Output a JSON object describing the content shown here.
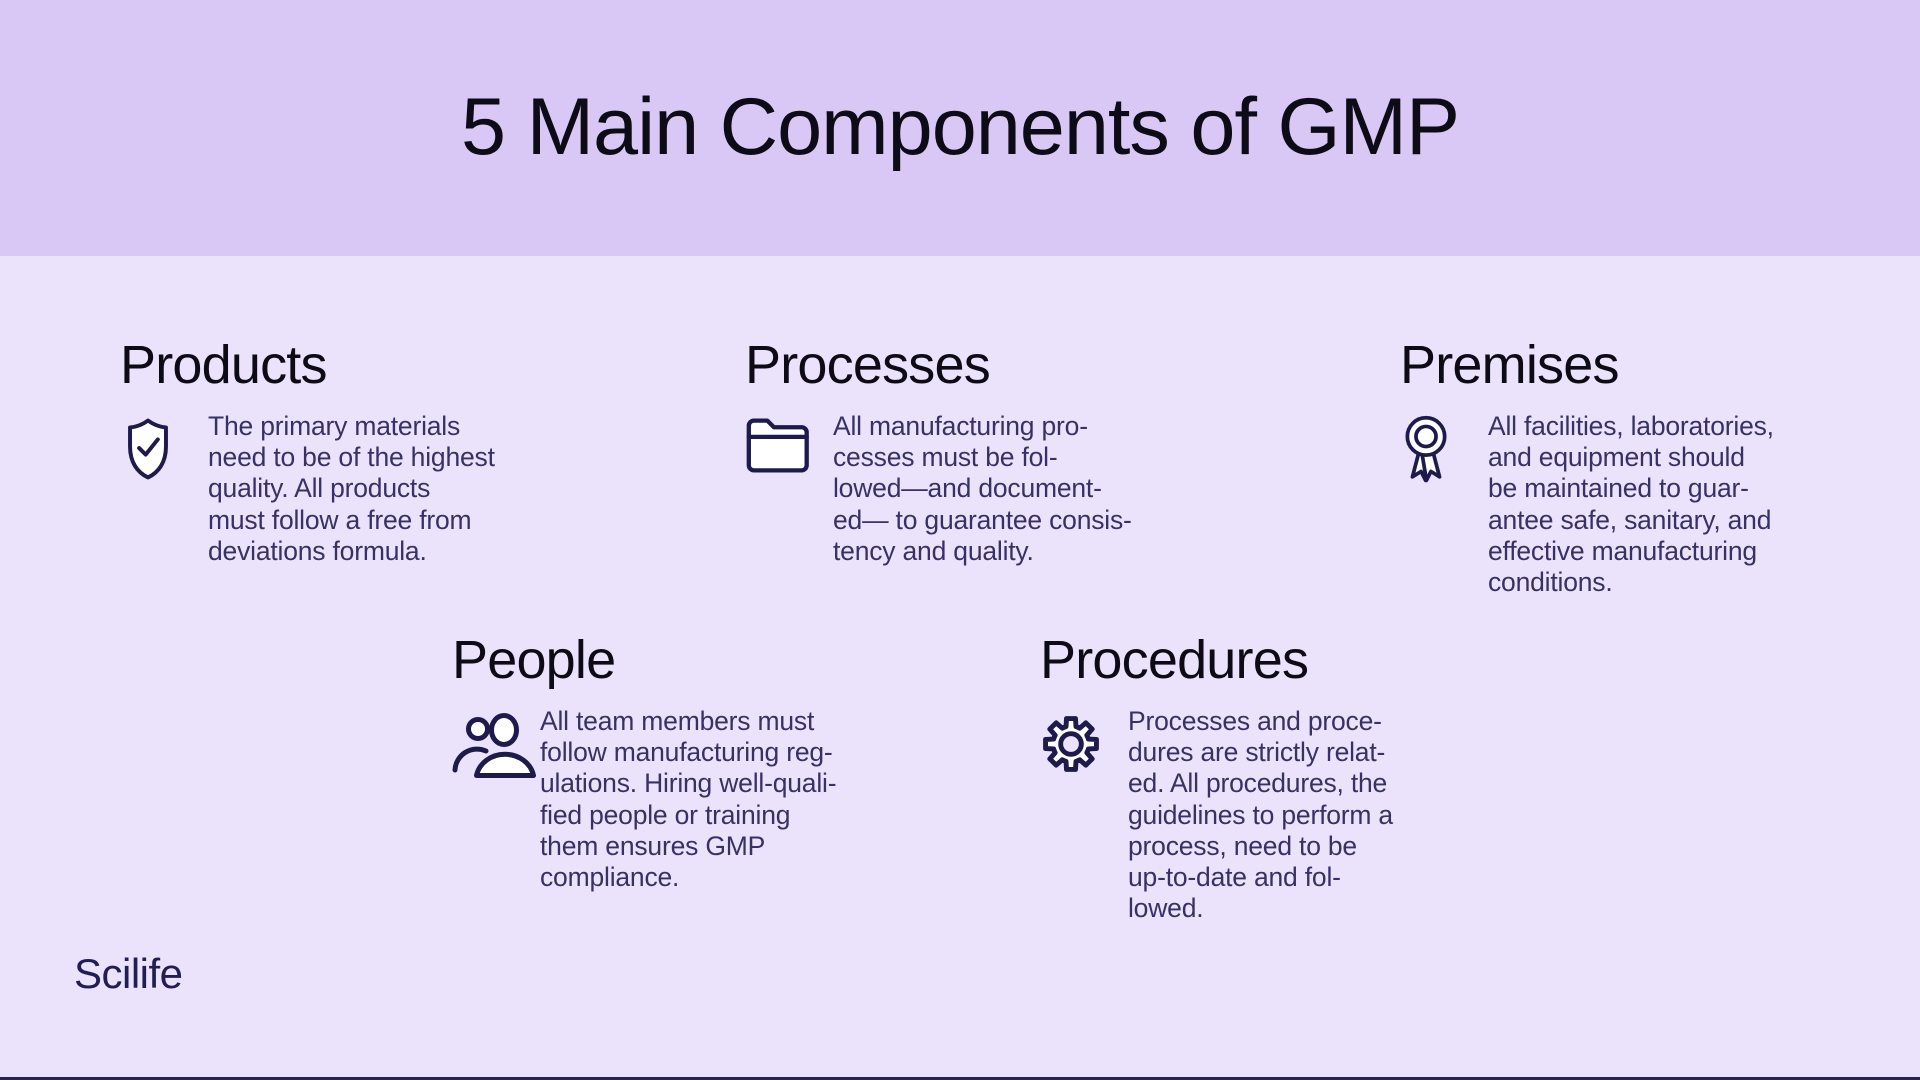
{
  "header": {
    "title": "5 Main Components of GMP"
  },
  "colors": {
    "banner_background": "#d9c8f5",
    "page_background": "#eae3fb",
    "heading_text": "#0d0c16",
    "body_text": "#373263",
    "icon_stroke": "#1e1b4c",
    "logo_text": "#221d52"
  },
  "sections": [
    {
      "id": "products",
      "heading": "Products",
      "icon": "shield-check-icon",
      "text": "The primary materials\nneed to be of the highest\nquality. All products\nmust follow a free from\ndeviations formula."
    },
    {
      "id": "processes",
      "heading": "Processes",
      "icon": "folder-icon",
      "text": "All manufacturing pro-\ncesses must be fol-\nlowed—and document-\ned— to guarantee consis-\ntency and quality."
    },
    {
      "id": "premises",
      "heading": "Premises",
      "icon": "award-ribbon-icon",
      "text": "All facilities, laboratories,\nand equipment should\nbe maintained to guar-\nantee safe, sanitary, and\neffective manufacturing\nconditions."
    },
    {
      "id": "people",
      "heading": "People",
      "icon": "people-icon",
      "text": "All team members must\nfollow manufacturing reg-\nulations. Hiring well-quali-\nfied people or training\nthem ensures GMP\ncompliance."
    },
    {
      "id": "procedures",
      "heading": "Procedures",
      "icon": "gear-icon",
      "text": "Processes and proce-\ndures are strictly relat-\ned. All procedures, the\nguidelines to perform a\nprocess, need to be\nup-to-date and fol-\nlowed."
    }
  ],
  "footer": {
    "logo": "Scilife"
  }
}
